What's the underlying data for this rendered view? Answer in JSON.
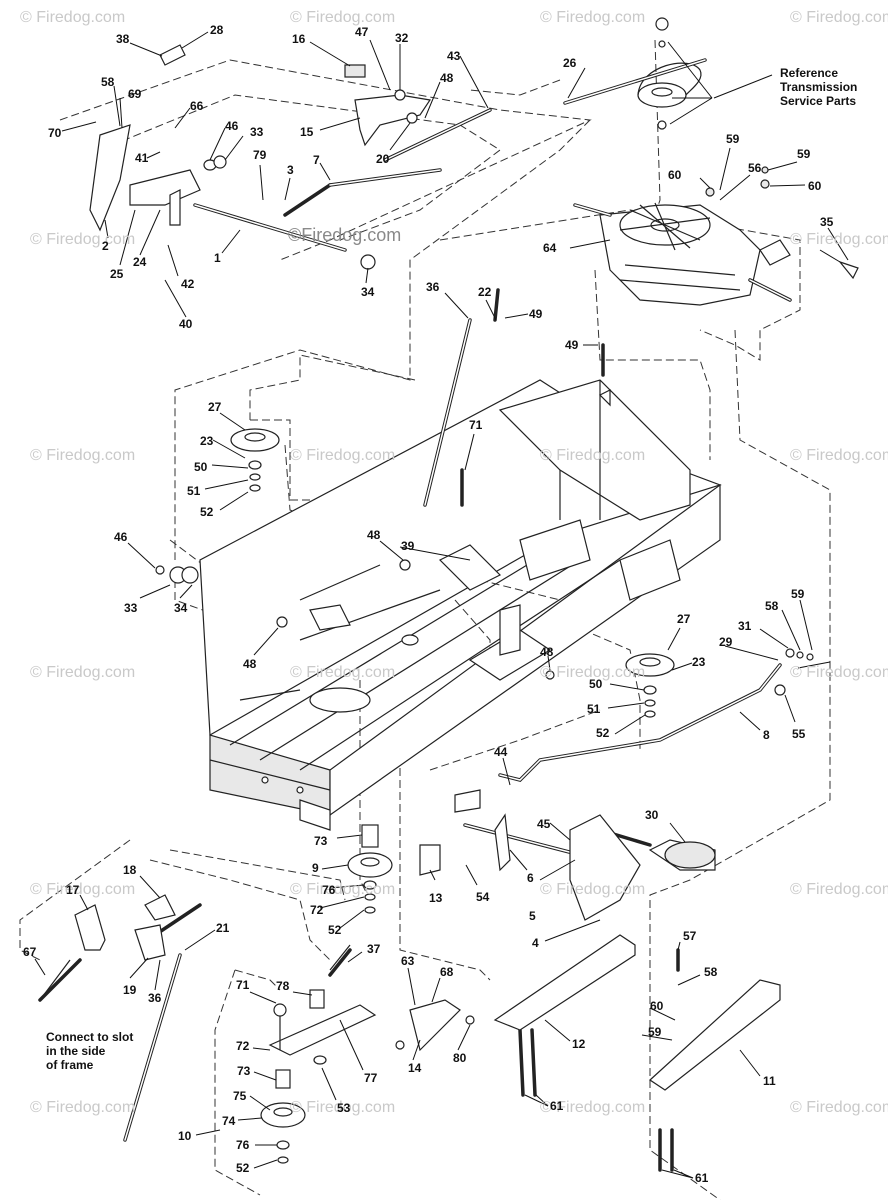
{
  "watermark": {
    "text": "© Firedog.com",
    "center_text": "©Firedog.com"
  },
  "reference": {
    "lines": [
      "Reference",
      "Transmission",
      "Service Parts"
    ]
  },
  "note": {
    "lines": [
      "Connect to slot",
      "in the side",
      "of frame"
    ]
  },
  "callouts": {
    "c28": "28",
    "c38": "38",
    "c58a": "58",
    "c69": "69",
    "c70": "70",
    "c66": "66",
    "c46a": "46",
    "c33a": "33",
    "c41": "41",
    "c79": "79",
    "c3": "3",
    "c7": "7",
    "c16": "16",
    "c47": "47",
    "c32": "32",
    "c43": "43",
    "c48a": "48",
    "c15": "15",
    "c20": "20",
    "c2": "2",
    "c25": "25",
    "c24": "24",
    "c42": "42",
    "c1": "1",
    "c40": "40",
    "c34a": "34",
    "c26": "26",
    "c59a": "59",
    "c60a": "60",
    "c56": "56",
    "c59b": "59",
    "c60b": "60",
    "c64": "64",
    "c35": "35",
    "c36a": "36",
    "c22": "22",
    "c49a": "49",
    "c49b": "49",
    "c27a": "27",
    "c23a": "23",
    "c50a": "50",
    "c51a": "51",
    "c52a": "52",
    "c71a": "71",
    "c46b": "46",
    "c33b": "33",
    "c34b": "34",
    "c48b": "48",
    "c39": "39",
    "c48c": "48",
    "c48d": "48",
    "c27b": "27",
    "c23b": "23",
    "c50b": "50",
    "c51b": "51",
    "c52b": "52",
    "c29": "29",
    "c31": "31",
    "c58b": "58",
    "c59c": "59",
    "c8": "8",
    "c55": "55",
    "c44": "44",
    "c45": "45",
    "c30": "30",
    "c6": "6",
    "c5": "5",
    "c4": "4",
    "c73a": "73",
    "c9": "9",
    "c76a": "76",
    "c72a": "72",
    "c52c": "52",
    "c13": "13",
    "c54": "54",
    "c18": "18",
    "c17": "17",
    "c21": "21",
    "c67": "67",
    "c19": "19",
    "c36b": "36",
    "c37": "37",
    "c71b": "71",
    "c78": "78",
    "c63": "63",
    "c68": "68",
    "c57": "57",
    "c58c": "58",
    "c60c": "60",
    "c59d": "59",
    "c12": "12",
    "c11": "11",
    "c14": "14",
    "c80": "80",
    "c72b": "72",
    "c73b": "73",
    "c75": "75",
    "c74": "74",
    "c53": "53",
    "c77": "77",
    "c10": "10",
    "c76b": "76",
    "c52d": "52",
    "c61a": "61",
    "c61b": "61"
  }
}
